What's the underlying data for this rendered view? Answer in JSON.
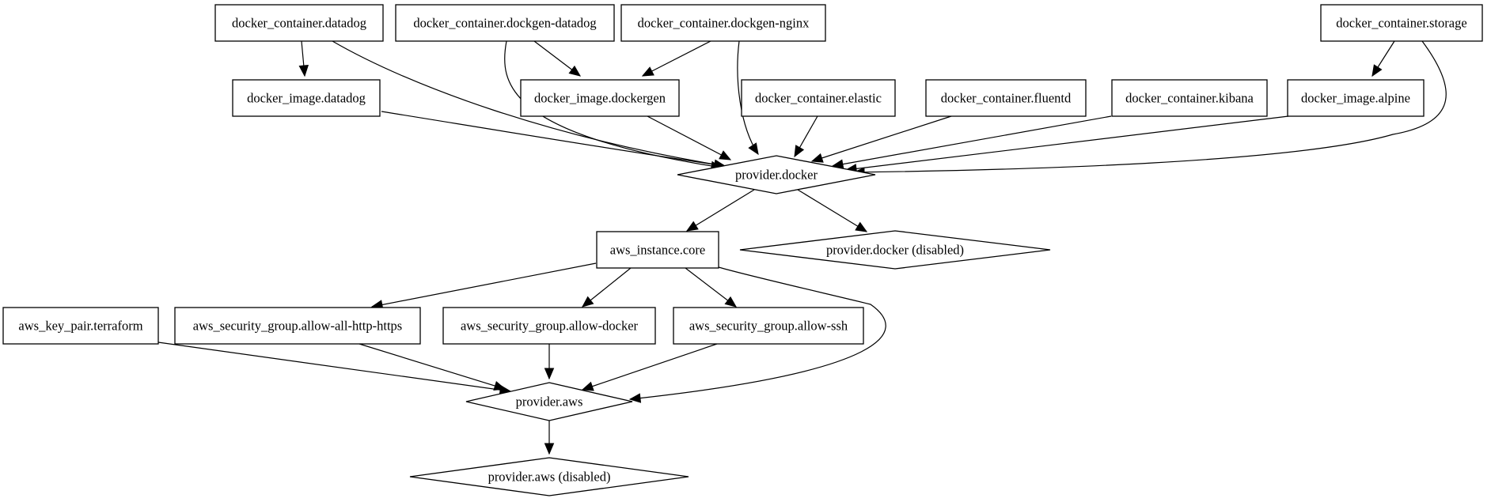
{
  "graph": {
    "nodes": [
      {
        "id": "dc_datadog",
        "label": "docker_container.datadog",
        "shape": "box"
      },
      {
        "id": "dc_dockgen_datadog",
        "label": "docker_container.dockgen-datadog",
        "shape": "box"
      },
      {
        "id": "dc_dockgen_nginx",
        "label": "docker_container.dockgen-nginx",
        "shape": "box"
      },
      {
        "id": "dc_storage",
        "label": "docker_container.storage",
        "shape": "box"
      },
      {
        "id": "di_datadog",
        "label": "docker_image.datadog",
        "shape": "box"
      },
      {
        "id": "di_dockergen",
        "label": "docker_image.dockergen",
        "shape": "box"
      },
      {
        "id": "dc_elastic",
        "label": "docker_container.elastic",
        "shape": "box"
      },
      {
        "id": "dc_fluentd",
        "label": "docker_container.fluentd",
        "shape": "box"
      },
      {
        "id": "dc_kibana",
        "label": "docker_container.kibana",
        "shape": "box"
      },
      {
        "id": "di_alpine",
        "label": "docker_image.alpine",
        "shape": "box"
      },
      {
        "id": "p_docker",
        "label": "provider.docker",
        "shape": "diamond"
      },
      {
        "id": "aws_core",
        "label": "aws_instance.core",
        "shape": "box"
      },
      {
        "id": "p_docker_disabled",
        "label": "provider.docker (disabled)",
        "shape": "diamond"
      },
      {
        "id": "aws_key",
        "label": "aws_key_pair.terraform",
        "shape": "box"
      },
      {
        "id": "sg_http",
        "label": "aws_security_group.allow-all-http-https",
        "shape": "box"
      },
      {
        "id": "sg_docker",
        "label": "aws_security_group.allow-docker",
        "shape": "box"
      },
      {
        "id": "sg_ssh",
        "label": "aws_security_group.allow-ssh",
        "shape": "box"
      },
      {
        "id": "p_aws",
        "label": "provider.aws",
        "shape": "diamond"
      },
      {
        "id": "p_aws_disabled",
        "label": "provider.aws (disabled)",
        "shape": "diamond"
      }
    ],
    "edges": [
      {
        "from": "dc_datadog",
        "to": "di_datadog"
      },
      {
        "from": "dc_datadog",
        "to": "p_docker"
      },
      {
        "from": "dc_dockgen_datadog",
        "to": "di_dockergen"
      },
      {
        "from": "dc_dockgen_datadog",
        "to": "p_docker"
      },
      {
        "from": "dc_dockgen_nginx",
        "to": "di_dockergen"
      },
      {
        "from": "dc_dockgen_nginx",
        "to": "p_docker"
      },
      {
        "from": "dc_storage",
        "to": "di_alpine"
      },
      {
        "from": "dc_storage",
        "to": "p_docker"
      },
      {
        "from": "di_datadog",
        "to": "p_docker"
      },
      {
        "from": "di_dockergen",
        "to": "p_docker"
      },
      {
        "from": "dc_elastic",
        "to": "p_docker"
      },
      {
        "from": "dc_fluentd",
        "to": "p_docker"
      },
      {
        "from": "dc_kibana",
        "to": "p_docker"
      },
      {
        "from": "di_alpine",
        "to": "p_docker"
      },
      {
        "from": "p_docker",
        "to": "aws_core"
      },
      {
        "from": "p_docker",
        "to": "p_docker_disabled"
      },
      {
        "from": "aws_core",
        "to": "sg_http"
      },
      {
        "from": "aws_core",
        "to": "sg_docker"
      },
      {
        "from": "aws_core",
        "to": "sg_ssh"
      },
      {
        "from": "aws_core",
        "to": "p_aws"
      },
      {
        "from": "aws_key",
        "to": "p_aws"
      },
      {
        "from": "sg_http",
        "to": "p_aws"
      },
      {
        "from": "sg_docker",
        "to": "p_aws"
      },
      {
        "from": "sg_ssh",
        "to": "p_aws"
      },
      {
        "from": "p_aws",
        "to": "p_aws_disabled"
      }
    ]
  }
}
